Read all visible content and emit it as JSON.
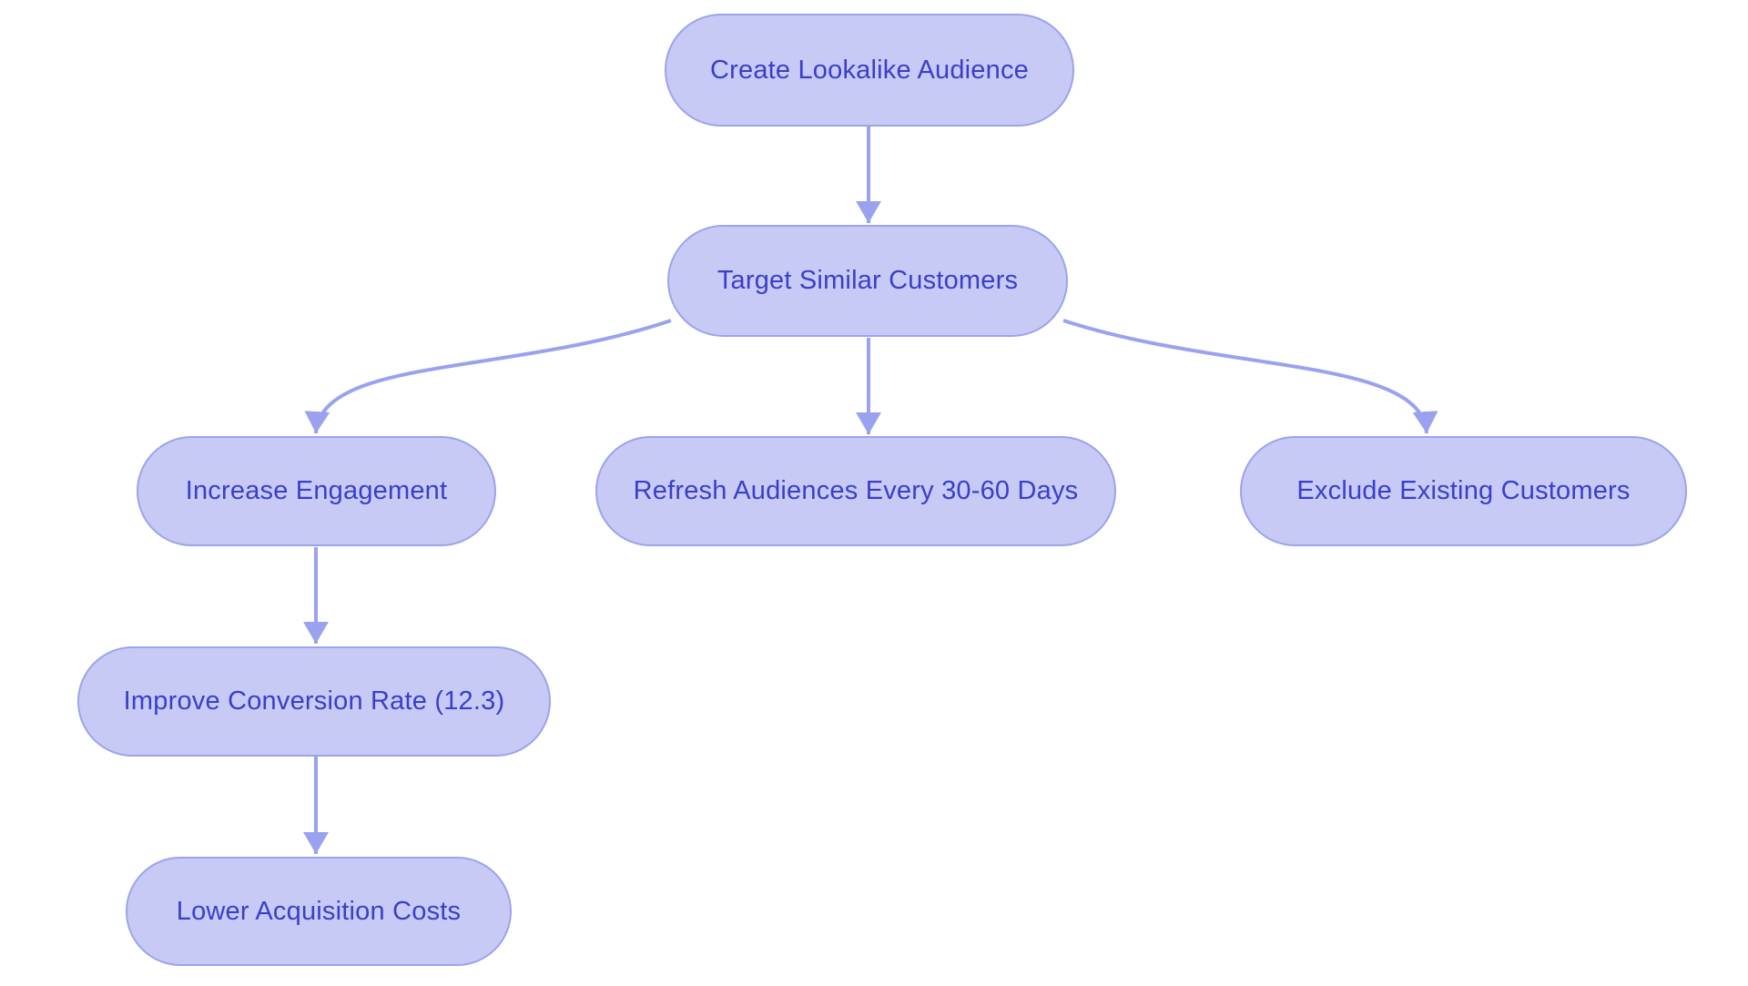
{
  "diagram": {
    "type": "flowchart",
    "colors": {
      "background": "#ffffff",
      "node_fill": "#c7caf5",
      "node_border": "#9ca3ec",
      "text": "#3a3fc8",
      "edge": "#9aa1ef"
    },
    "nodes": [
      {
        "id": "create-lookalike-audience",
        "label": "Create Lookalike Audience"
      },
      {
        "id": "target-similar-customers",
        "label": "Target Similar Customers"
      },
      {
        "id": "increase-engagement",
        "label": "Increase Engagement"
      },
      {
        "id": "refresh-audiences",
        "label": "Refresh Audiences Every 30-60 Days"
      },
      {
        "id": "exclude-existing-customers",
        "label": "Exclude Existing Customers"
      },
      {
        "id": "improve-conversion-rate",
        "label": "Improve Conversion Rate (12.3)"
      },
      {
        "id": "lower-acquisition-costs",
        "label": "Lower Acquisition Costs"
      }
    ],
    "edges": [
      {
        "from": "create-lookalike-audience",
        "to": "target-similar-customers"
      },
      {
        "from": "target-similar-customers",
        "to": "increase-engagement"
      },
      {
        "from": "target-similar-customers",
        "to": "refresh-audiences"
      },
      {
        "from": "target-similar-customers",
        "to": "exclude-existing-customers"
      },
      {
        "from": "increase-engagement",
        "to": "improve-conversion-rate"
      },
      {
        "from": "improve-conversion-rate",
        "to": "lower-acquisition-costs"
      }
    ]
  }
}
